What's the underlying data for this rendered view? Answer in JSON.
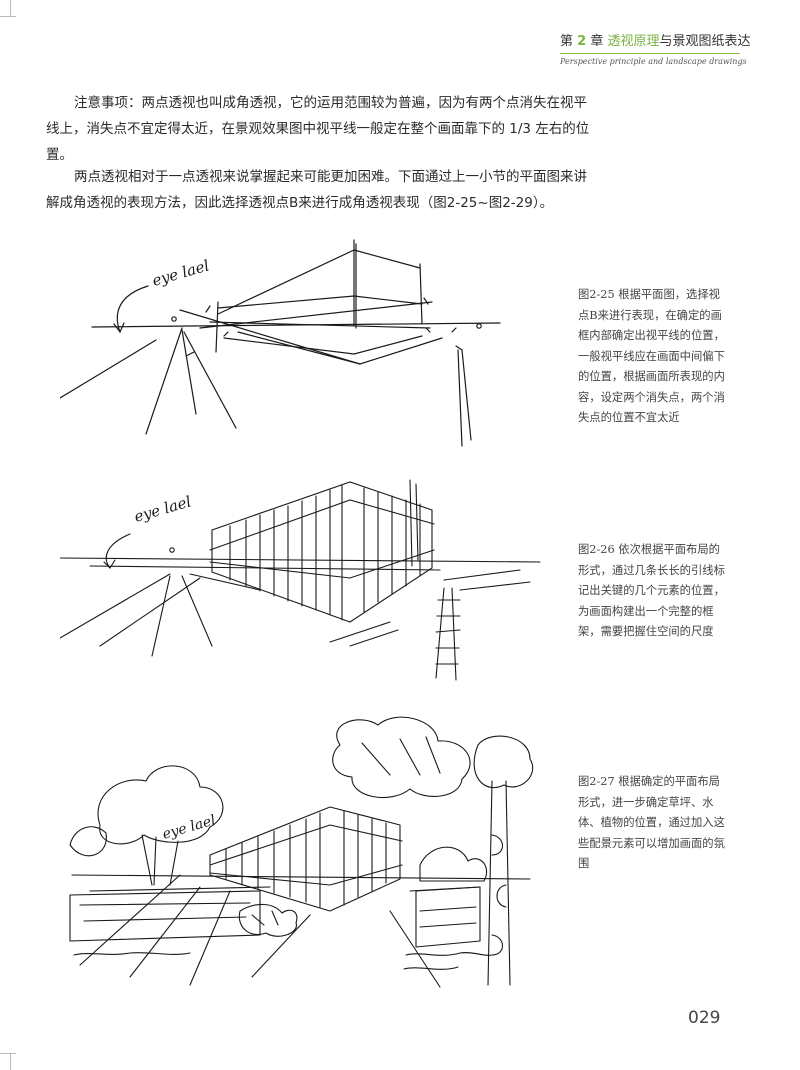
{
  "header": {
    "chapter_prefix": "第",
    "chapter_number": "2",
    "chapter_suffix": "章",
    "section_highlight": "透视原理",
    "section_rest": "与景观图纸表达",
    "subtitle": "Perspective principle and landscape drawings"
  },
  "body": {
    "paragraph1": "注意事项：两点透视也叫成角透视，它的运用范围较为普遍，因为有两个点消失在视平线上，消失点不宜定得太近，在景观效果图中视平线一般定在整个画面靠下的 1/3 左右的位置。",
    "paragraph2": "两点透视相对于一点透视来说掌握起来可能更加困难。下面通过上一小节的平面图来讲解成角透视的表现方法，因此选择透视点B来进行成角透视表现（图2-25~图2-29）。"
  },
  "figures": [
    {
      "label": "eye lael",
      "caption": "图2-25 根据平面图，选择视点B来进行表现，在确定的画框内部确定出视平线的位置，一般视平线应在画面中间偏下的位置，根据画面所表现的内容，设定两个消失点，两个消失点的位置不宜太近"
    },
    {
      "label": "eye lael",
      "caption": "图2-26 依次根据平面布局的形式，通过几条长长的引线标记出关键的几个元素的位置，为画面构建出一个完整的框架，需要把握住空间的尺度"
    },
    {
      "label": "eye lael",
      "caption": "图2-27 根据确定的平面布局形式，进一步确定草坪、水体、植物的位置，通过加入这些配景元素可以增加画面的氛围"
    }
  ],
  "page_number": "029",
  "colors": {
    "accent": "#7cb342",
    "text": "#2b2b2b",
    "ink": "#1a1a1a"
  }
}
